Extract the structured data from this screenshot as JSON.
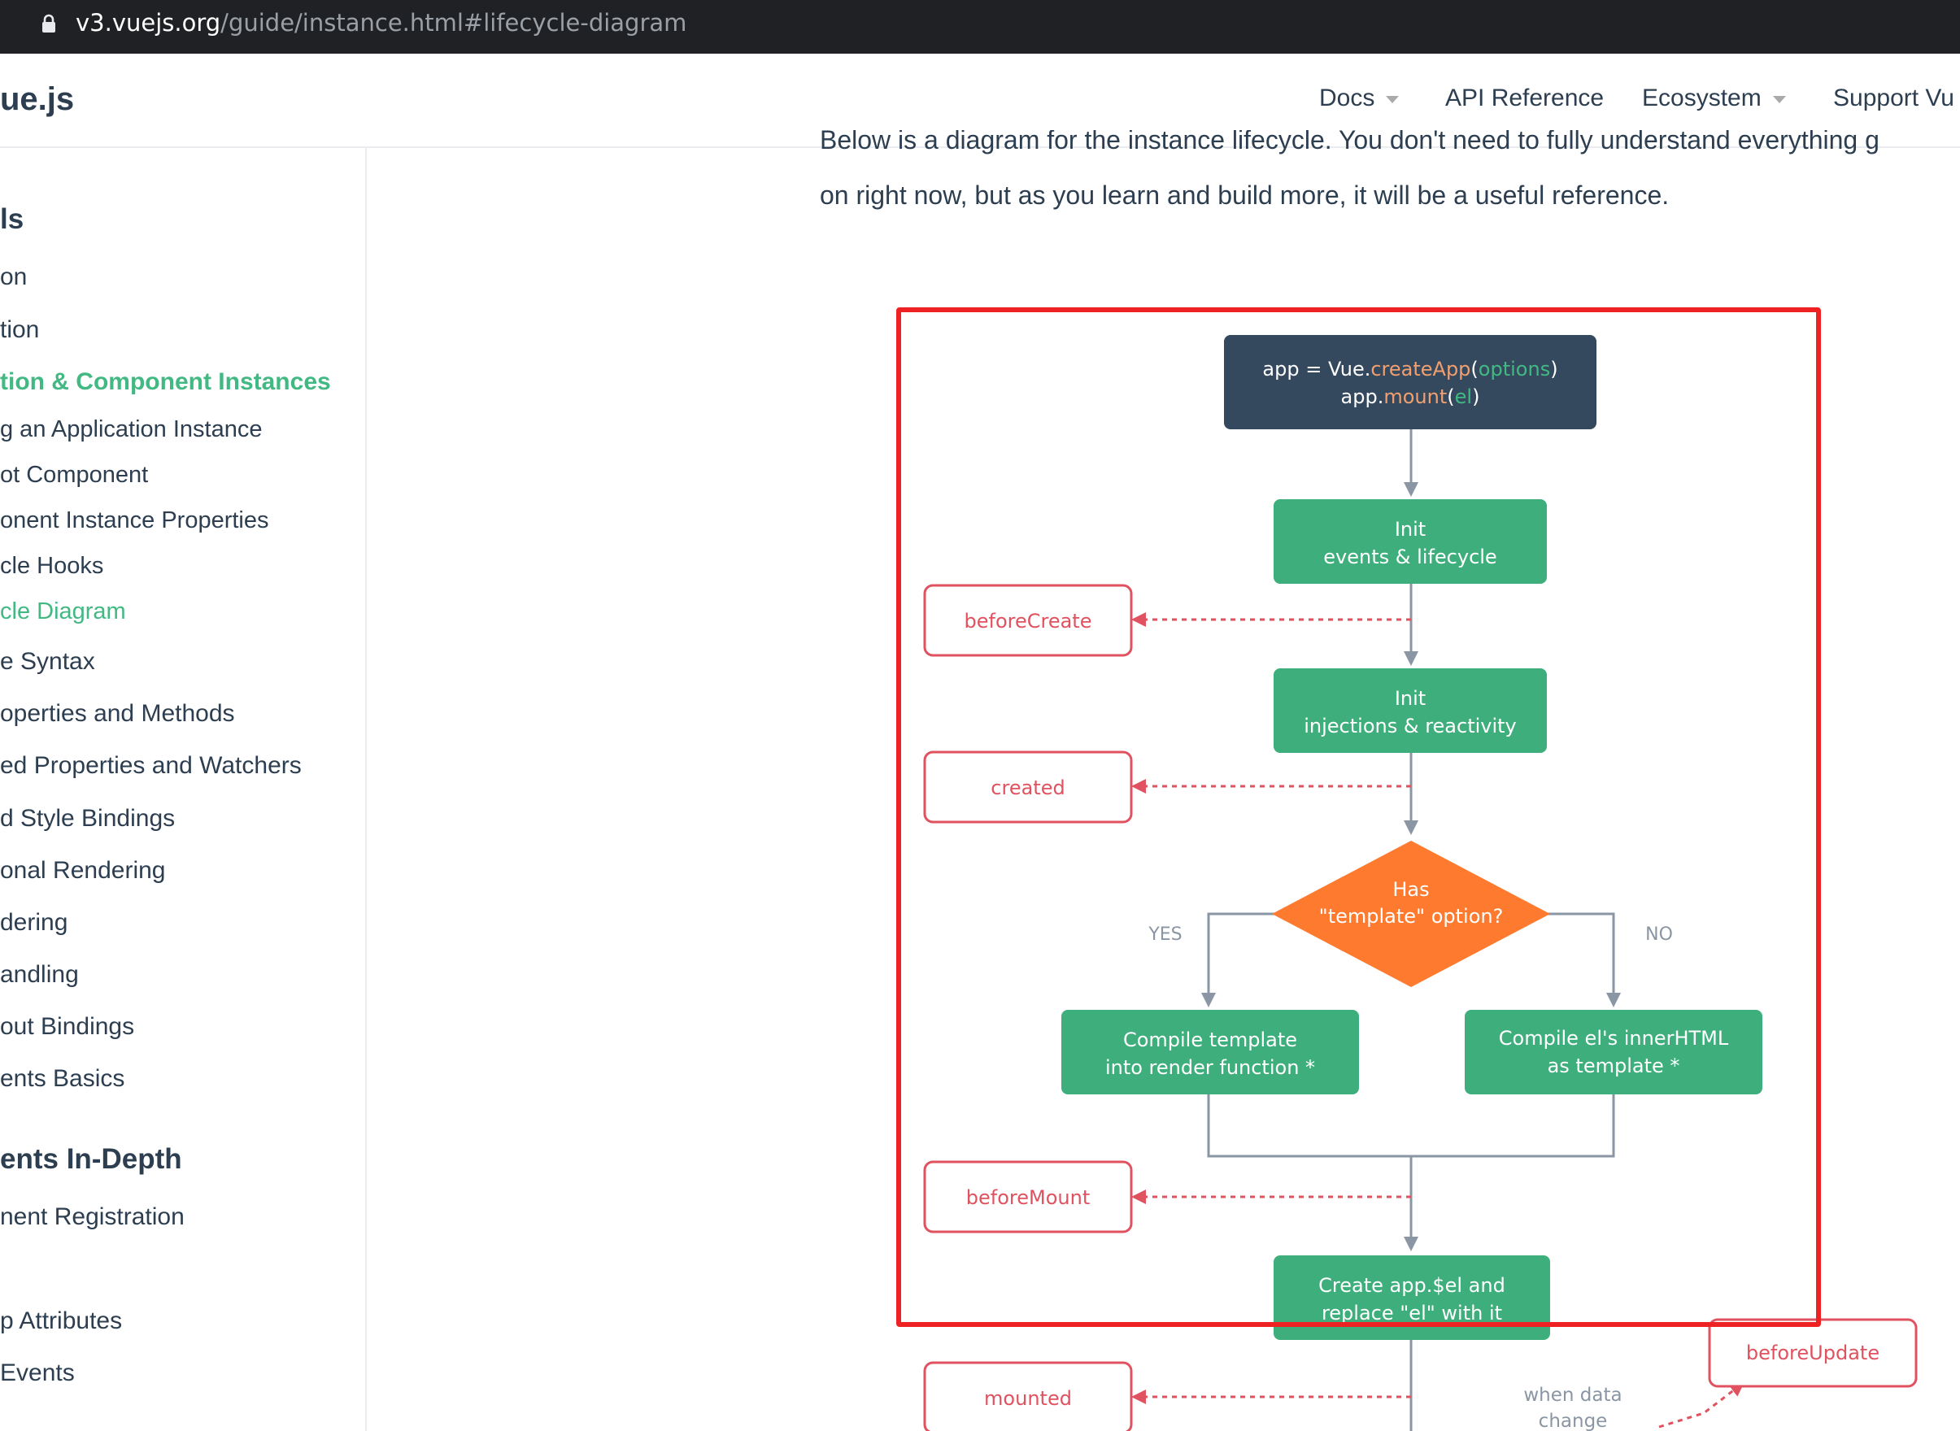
{
  "browser": {
    "url_host": "v3.vuejs.org",
    "url_path": "/guide/instance.html#lifecycle-diagram"
  },
  "navbar": {
    "brand": "ue.js",
    "items": [
      {
        "label": "Docs",
        "dropdown": true
      },
      {
        "label": "API Reference",
        "dropdown": false
      },
      {
        "label": "Ecosystem",
        "dropdown": true
      },
      {
        "label": "Support Vu",
        "dropdown": false
      }
    ]
  },
  "sidebar": {
    "items": [
      {
        "label": "ls",
        "kind": "heading"
      },
      {
        "label": "on",
        "kind": "link"
      },
      {
        "label": "tion",
        "kind": "link"
      },
      {
        "label": "tion & Component Instances",
        "kind": "active-section"
      },
      {
        "label": "g an Application Instance",
        "kind": "sub"
      },
      {
        "label": "ot Component",
        "kind": "sub"
      },
      {
        "label": "onent Instance Properties",
        "kind": "sub"
      },
      {
        "label": "cle Hooks",
        "kind": "sub"
      },
      {
        "label": "cle Diagram",
        "kind": "sub-active"
      },
      {
        "label": "e Syntax",
        "kind": "link"
      },
      {
        "label": "operties and Methods",
        "kind": "link"
      },
      {
        "label": "ed Properties and Watchers",
        "kind": "link"
      },
      {
        "label": "d Style Bindings",
        "kind": "link"
      },
      {
        "label": "onal Rendering",
        "kind": "link"
      },
      {
        "label": "dering",
        "kind": "link"
      },
      {
        "label": "andling",
        "kind": "link"
      },
      {
        "label": "out Bindings",
        "kind": "link"
      },
      {
        "label": "ents Basics",
        "kind": "link"
      },
      {
        "label": "ents In-Depth",
        "kind": "heading"
      },
      {
        "label": "nent Registration",
        "kind": "link"
      },
      {
        "label": "p Attributes",
        "kind": "link"
      },
      {
        "label": "Events",
        "kind": "link"
      }
    ]
  },
  "main": {
    "paragraph_line1": "Below is a diagram for the instance lifecycle. You don't need to fully understand everything g",
    "paragraph_line2": "on right now, but as you learn and build more, it will be a useful reference."
  },
  "diagram": {
    "create_app_line1_prefix": "app = Vue.",
    "create_app_line1_fn": "createApp",
    "create_app_line1_arg": "options",
    "create_app_line2_prefix": "app.",
    "create_app_line2_fn": "mount",
    "create_app_line2_arg": "el",
    "init_events_line1": "Init",
    "init_events_line2": "events & lifecycle",
    "init_injections_line1": "Init",
    "init_injections_line2": "injections & reactivity",
    "decision_line1": "Has",
    "decision_line2": "\"template\" option?",
    "yes_label": "YES",
    "no_label": "NO",
    "compile_template_line1": "Compile template",
    "compile_template_line2": "into render function *",
    "compile_el_line1": "Compile el's innerHTML",
    "compile_el_line2": "as template *",
    "create_el_line1": "Create app.$el and",
    "create_el_line2": "replace \"el\" with it",
    "hook_before_create": "beforeCreate",
    "hook_created": "created",
    "hook_before_mount": "beforeMount",
    "hook_mounted": "mounted",
    "hook_before_update": "beforeUpdate",
    "data_change_line1": "when data",
    "data_change_line2": "change",
    "colors": {
      "blue": "#35495e",
      "green": "#3eaf7c",
      "orange": "#fe7a2e",
      "hook_red": "#e0525f",
      "line_gray": "#8a96a3",
      "highlight_red": "#ee2222"
    }
  }
}
